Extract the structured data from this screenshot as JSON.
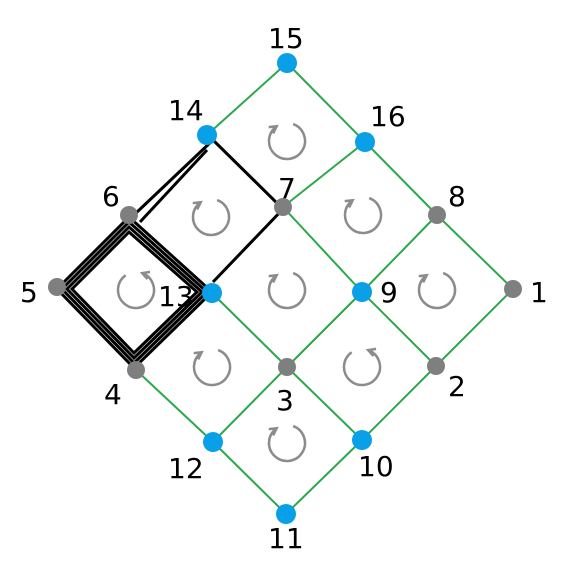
{
  "diagram": {
    "colors": {
      "edge": "#2aa84a",
      "node_blue": "#0aa0e8",
      "node_gray": "#7f7f7f",
      "spiral": "#000000",
      "rotation_arrow": "#8c8c8c",
      "label": "#000000",
      "background": "#ffffff"
    },
    "node_colors": {
      "1": "gray",
      "2": "gray",
      "3": "gray",
      "6": "gray",
      "8": "gray",
      "5": "gray",
      "4": "gray",
      "9": "blue",
      "10": "blue",
      "11": "blue",
      "12": "blue",
      "13": "blue",
      "14": "blue",
      "15": "blue",
      "16": "blue"
    },
    "labels": {
      "n1": "1",
      "n2": "2",
      "n3": "3",
      "n4": "4",
      "n5": "5",
      "n6": "6",
      "n7": "7",
      "n8": "8",
      "n9": "9",
      "n10": "10",
      "n11": "11",
      "n12": "12",
      "n13": "13",
      "n14": "14",
      "n15": "15",
      "n16": "16"
    },
    "edges": [
      [
        "15",
        "16"
      ],
      [
        "16",
        "8"
      ],
      [
        "8",
        "1"
      ],
      [
        "15",
        "14"
      ],
      [
        "16",
        "7"
      ],
      [
        "7",
        "9"
      ],
      [
        "9",
        "8"
      ],
      [
        "9",
        "2"
      ],
      [
        "2",
        "1"
      ],
      [
        "13",
        "3"
      ],
      [
        "3",
        "9"
      ],
      [
        "3",
        "10"
      ],
      [
        "10",
        "2"
      ],
      [
        "4",
        "12"
      ],
      [
        "12",
        "3"
      ],
      [
        "12",
        "11"
      ],
      [
        "11",
        "10"
      ]
    ],
    "rotation_cells": [
      {
        "name": "cell-15-16-14-7",
        "direction": "clockwise"
      },
      {
        "name": "cell-6-7-13-14",
        "direction": "clockwise"
      },
      {
        "name": "cell-16-8-7-9",
        "direction": "clockwise"
      },
      {
        "name": "cell-5-6-4-13",
        "direction": "counterclockwise"
      },
      {
        "name": "cell-7-9-13-3",
        "direction": "clockwise"
      },
      {
        "name": "cell-8-1-9-2",
        "direction": "clockwise"
      },
      {
        "name": "cell-13-3-4-12",
        "direction": "clockwise"
      },
      {
        "name": "cell-9-2-3-10",
        "direction": "counterclockwise"
      },
      {
        "name": "cell-3-10-12-11",
        "direction": "clockwise"
      }
    ],
    "spiral_windings": 4
  }
}
